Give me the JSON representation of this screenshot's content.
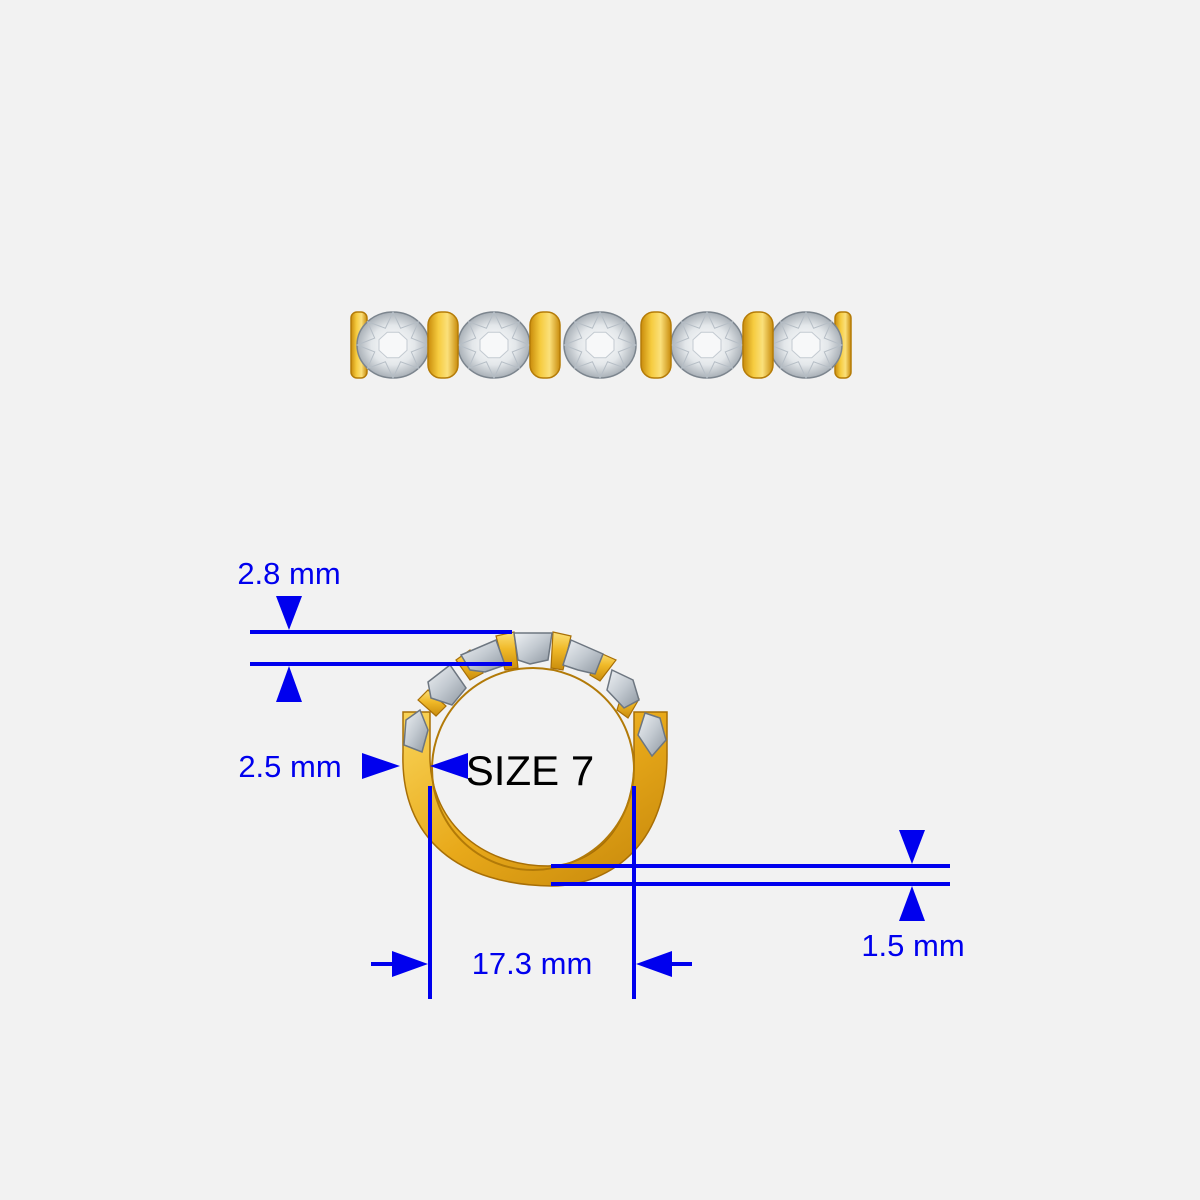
{
  "ring": {
    "size_label": "SIZE 7",
    "top_view_stone_count": 5,
    "side_view_stone_count": 7
  },
  "dimensions": {
    "stone_height": "2.8 mm",
    "band_width": "2.5 mm",
    "inner_diameter": "17.3 mm",
    "band_thickness": "1.5 mm"
  },
  "colors": {
    "background": "#f2f2f2",
    "dimension_blue": "#0000ee",
    "gold_light": "#f8d04a",
    "gold_mid": "#e2a81a",
    "gold_dark": "#b97f08",
    "stone_light": "#f4f6f8",
    "stone_mid": "#c4cbd2",
    "stone_dark": "#8e97a1",
    "text_black": "#000000"
  }
}
